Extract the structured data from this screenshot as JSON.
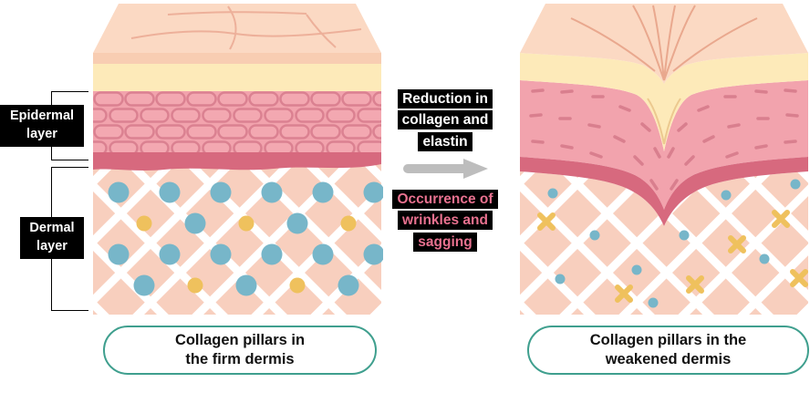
{
  "left_panel": {
    "epidermal_label": "Epidermal\nlayer",
    "dermal_label": "Dermal\nlayer",
    "caption": "Collagen pillars in\nthe firm dermis"
  },
  "transition": {
    "reduction_label": "Reduction in\ncollagen and\nelastin",
    "occurrence_label": "Occurrence of\nwrinkles and\nsagging"
  },
  "right_panel": {
    "caption": "Collagen pillars in the\nweakened dermis"
  },
  "colors": {
    "skin_top_peach": "#fbd9c3",
    "skin_front_strip": "#f8cdb2",
    "cream_band": "#fdeab9",
    "epidermis_pink": "#f2a3ad",
    "epidermis_outline": "#db8191",
    "rose_band": "#d7697e",
    "dermis_pink": "#f8cfbe",
    "lattice_white": "#ffffff",
    "collagen_blue": "#77b6c9",
    "collagen_yellow": "#efc15d",
    "caption_border_teal": "#3f9f8e",
    "occurrence_text_pink": "#e8718f",
    "arrow_gray": "#bdbdbd",
    "label_background": "#000000",
    "label_text": "#ffffff"
  }
}
